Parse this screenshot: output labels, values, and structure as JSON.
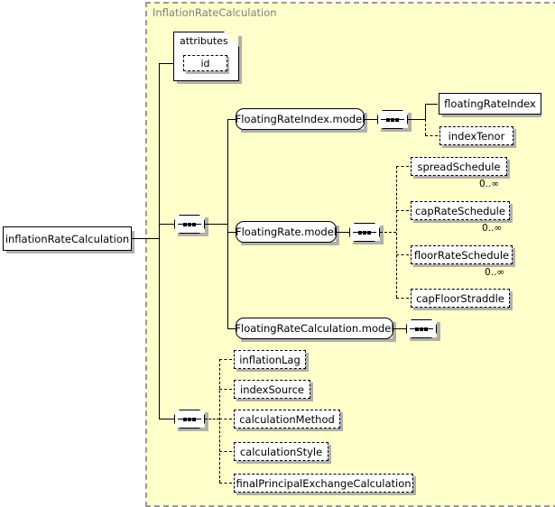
{
  "diagram": {
    "type": "xsd-schema-diagram",
    "title": "InflationRateCalculation",
    "root_element": {
      "name": "inflationRateCalculation",
      "occurrence": "required"
    },
    "background_color": "#ffffcc",
    "border_color": "#999999",
    "title_color": "#808080",
    "attributes_group": {
      "label": "attributes",
      "items": [
        {
          "name": "id",
          "occurrence": "optional"
        }
      ]
    },
    "compositors": [
      {
        "name": "sequence-top",
        "icon": "sequence-icon"
      },
      {
        "name": "sequence-bottom",
        "icon": "sequence-icon"
      },
      {
        "name": "sequence-floating-rate-index",
        "icon": "sequence-icon"
      },
      {
        "name": "sequence-floating-rate",
        "icon": "sequence-icon"
      },
      {
        "name": "sequence-floating-rate-calculation",
        "icon": "sequence-icon"
      }
    ],
    "groups": [
      {
        "label": "FloatingRateIndex.model",
        "children": [
          {
            "name": "floatingRateIndex",
            "occurrence": "required",
            "cardinality": ""
          },
          {
            "name": "indexTenor",
            "occurrence": "optional",
            "cardinality": ""
          }
        ]
      },
      {
        "label": "FloatingRate.model",
        "children": [
          {
            "name": "spreadSchedule",
            "occurrence": "optional",
            "cardinality": "0..∞"
          },
          {
            "name": "capRateSchedule",
            "occurrence": "optional",
            "cardinality": "0..∞"
          },
          {
            "name": "floorRateSchedule",
            "occurrence": "optional",
            "cardinality": "0..∞"
          },
          {
            "name": "capFloorStraddle",
            "occurrence": "optional",
            "cardinality": ""
          }
        ]
      },
      {
        "label": "FloatingRateCalculation.model",
        "children": []
      }
    ],
    "bottom_elements": [
      {
        "name": "inflationLag",
        "occurrence": "optional"
      },
      {
        "name": "indexSource",
        "occurrence": "optional"
      },
      {
        "name": "calculationMethod",
        "occurrence": "optional"
      },
      {
        "name": "calculationStyle",
        "occurrence": "optional"
      },
      {
        "name": "finalPrincipalExchangeCalculation",
        "occurrence": "optional"
      }
    ]
  }
}
